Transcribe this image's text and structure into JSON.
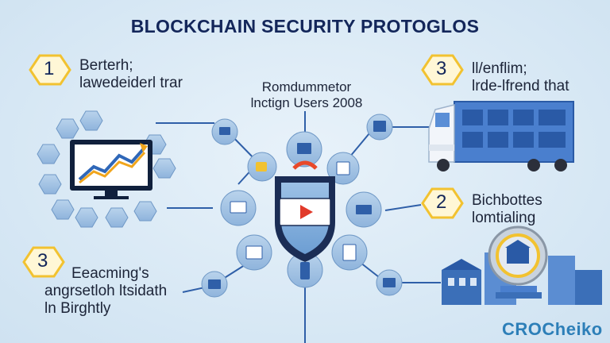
{
  "title": "BLOCKCHAIN SECURITY PROTOGLOS",
  "steps": [
    {
      "number": "1",
      "line1": "Berterh;",
      "line2": "lawedeiderl trar"
    },
    {
      "number": "3",
      "line1": "ll/enflim;",
      "line2": "lrde-lfrend that"
    },
    {
      "number": "2",
      "line1": "Bichbottes",
      "line2": "lomtialing"
    },
    {
      "number": "3",
      "line1": "Eeacming's",
      "line2": "angrsetloh ltsidath",
      "line3": "ln Birghtly"
    }
  ],
  "center": {
    "line1": "Romdummetor",
    "line2": "lnctign Users 2008"
  },
  "logo": "CROCheiko",
  "colors": {
    "navy": "#13265a",
    "accent": "#f2c230",
    "blue": "#2f67b8",
    "node": "#a9c7e6"
  }
}
